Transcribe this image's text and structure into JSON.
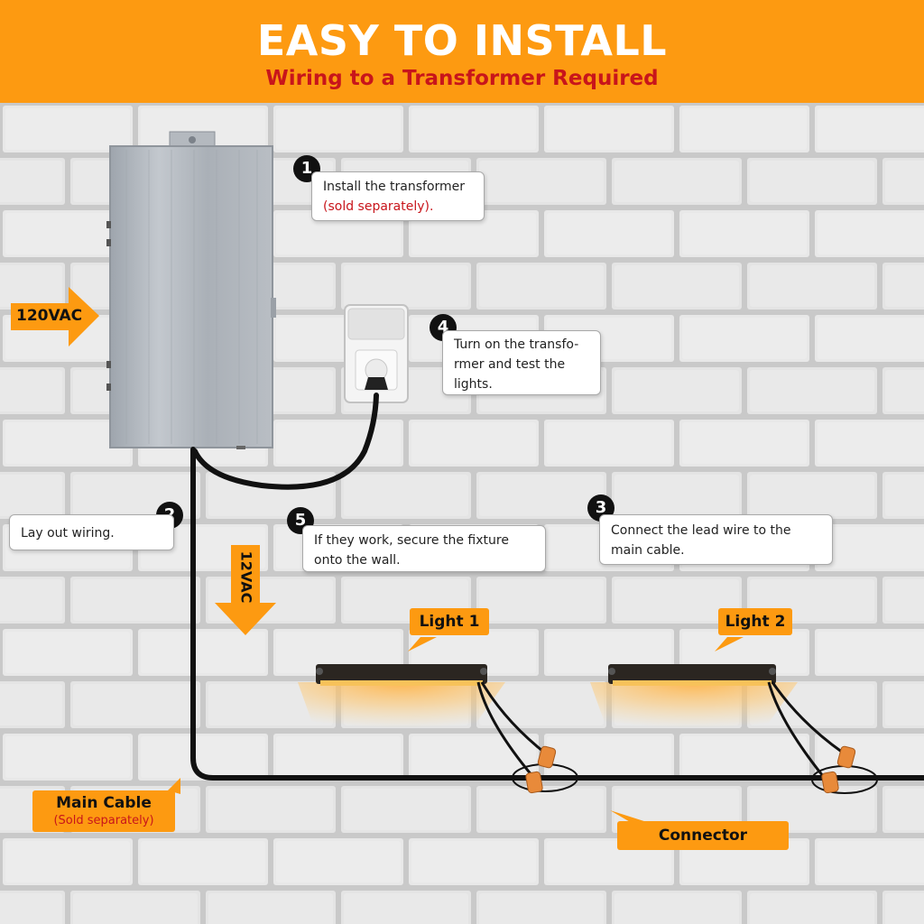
{
  "header": {
    "title": "EASY TO INSTALL",
    "subtitle": "Wiring to a Transformer Required"
  },
  "colors": {
    "accent_orange": "#fd9a11",
    "accent_red": "#c8151b",
    "wire": "#111111"
  },
  "arrows": {
    "input_voltage": "120VAC",
    "output_voltage": "12VAC"
  },
  "steps": [
    {
      "number": "1",
      "line1": "Install the transformer",
      "line2": "(sold separately)."
    },
    {
      "number": "2",
      "line1": "Lay out wiring."
    },
    {
      "number": "3",
      "line1": "Connect the lead wire to the",
      "line2": "main cable."
    },
    {
      "number": "4",
      "line1": "Turn on the transfo-",
      "line2": "rmer and test the",
      "line3": "lights."
    },
    {
      "number": "5",
      "line1": "If they work, secure the fixture",
      "line2": "onto the wall."
    }
  ],
  "lights": [
    {
      "label": "Light 1"
    },
    {
      "label": "Light 2"
    }
  ],
  "main_cable": {
    "label": "Main Cable",
    "note": "(Sold separately)"
  },
  "connector": {
    "label": "Connector"
  },
  "icons": {
    "transformer": "transformer-box-icon",
    "outlet": "outdoor-outlet-icon",
    "light": "under-cabinet-light-icon",
    "wire_nut": "wire-connector-icon"
  }
}
